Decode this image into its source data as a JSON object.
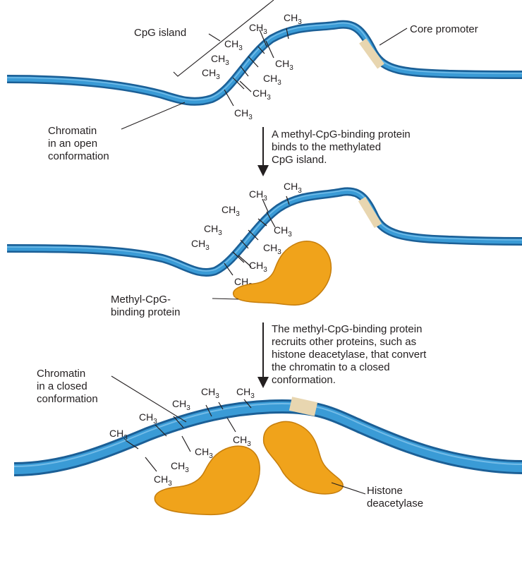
{
  "panel1": {
    "cpg_island": "CpG island",
    "core_promoter": "Core promoter",
    "chromatin_open": [
      "Chromatin",
      "in an open",
      "conformation"
    ],
    "ch3_count": 9
  },
  "step1": [
    "A methyl-CpG-binding protein",
    "binds to the methylated",
    "CpG island."
  ],
  "panel2": {
    "mbp": [
      "Methyl-CpG-",
      "binding protein"
    ],
    "ch3_count": 9
  },
  "step2": [
    "The methyl-CpG-binding protein",
    "recruits other proteins, such as",
    "histone deacetylase, that convert",
    "the chromatin to a closed",
    "conformation."
  ],
  "panel3": {
    "chromatin_closed": [
      "Chromatin",
      "in a closed",
      "conformation"
    ],
    "hdac": [
      "Histone",
      "deacetylase"
    ],
    "ch3_count": 9
  },
  "methyl": {
    "base": "CH",
    "subscript": "3"
  },
  "colors": {
    "dna_dark": "#1b5f96",
    "dna_light": "#3a9bd6",
    "promoter": "#e8d6b0",
    "protein": "#f0a31b"
  }
}
